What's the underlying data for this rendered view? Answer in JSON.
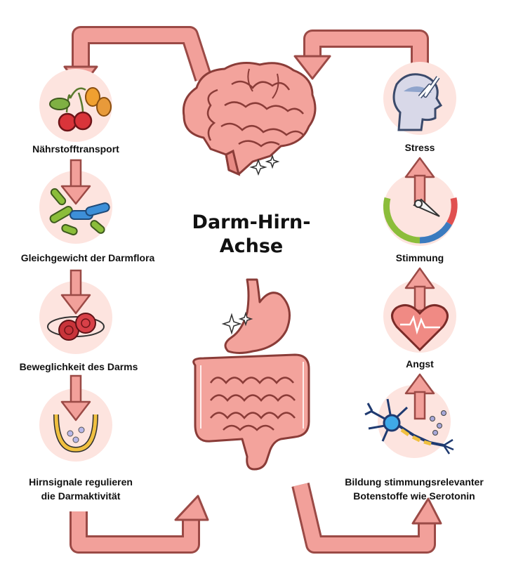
{
  "title": {
    "line1": "Darm-Hirn-",
    "line2": "Achse"
  },
  "left_column": [
    {
      "label": "Nährstofftransport",
      "icon": "cherries-icon"
    },
    {
      "label": "Gleichgewicht der Darmflora",
      "icon": "bacteria-icon"
    },
    {
      "label": "Beweglichkeit des Darms",
      "icon": "gut-cells-icon"
    },
    {
      "label_line1": "Hirnsignale regulieren",
      "label_line2": "die Darmaktivität",
      "icon": "intestinal-wall-icon"
    }
  ],
  "right_column": [
    {
      "label": "Stress",
      "icon": "stressed-head-icon"
    },
    {
      "label": "Stimmung",
      "icon": "mood-gauge-icon"
    },
    {
      "label": "Angst",
      "icon": "heart-pulse-icon"
    },
    {
      "label_line1": "Bildung stimmungsrelevanter",
      "label_line2": "Botenstoffe wie Serotonin",
      "icon": "neuron-icon"
    }
  ],
  "center": {
    "top_illustration": "brain-icon",
    "bottom_illustration": "digestive-system-icon"
  },
  "colors": {
    "arrow_fill": "#f2a09a",
    "arrow_stroke": "#9b4a46",
    "circle_bg": "#fde4df",
    "organ": "#f0938c",
    "organ_dark": "#c65a55"
  }
}
